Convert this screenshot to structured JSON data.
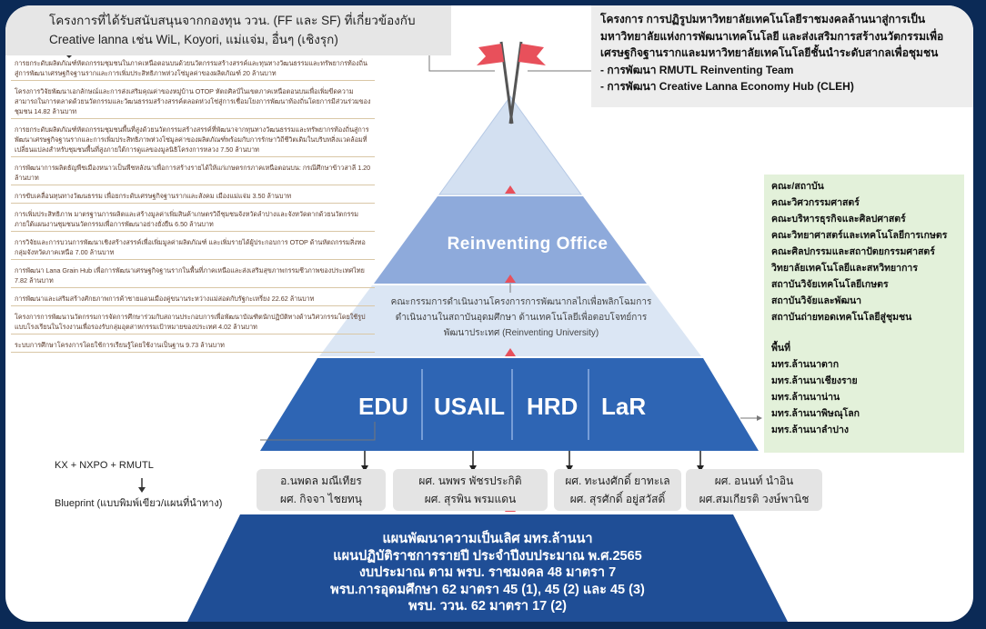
{
  "top_left": {
    "line1": "โครงการที่ได้รับสนับสนุนจากกองทุน ววน. (FF และ SF) ที่เกี่ยวข้องกับ",
    "line2": "Creative lanna เช่น WiL, Koyori, แม่แจ่ม, อื่นๆ (เชิงรุก)"
  },
  "top_right": {
    "line1": "โครงการ การปฏิรูปมหาวิทยาลัยเทคโนโลยีราชมงคลล้านนาสู่การเป็น",
    "line2": "มหาวิทยาลัยแห่งการพัฒนาเทคโนโลยี และส่งเสริมการสร้างนวัตกรรมเพื่อ",
    "line3": "เศรษฐกิจฐานรากและมหาวิทยาลัยเทคโนโลยีชั้นนำระดับสากลเพื่อชุมชน",
    "line4": "- การพัฒนา RMUTL Reinventing Team",
    "line5": "- การพัฒนา Creative Lanna Economy Hub (CLEH)"
  },
  "left_projects": [
    "การยกระดับผลิตภัณฑ์หัตถกรรมชุมชนในภาคเหนือตอนบนด้วยนวัตกรรมสร้างสรรค์และทุนทางวัฒนธรรมและทรัพยากรท้องถิ่นสู่การพัฒนาเศรษฐกิจฐานรากและการเพิ่มประสิทธิภาพห่วงโซ่มูลค่าของผลิตภัณฑ์ 20 ล้านบาท",
    "โครงการวิจัยพัฒนาเอกลักษณ์และการส่งเสริมคุณค่าของหมู่บ้าน OTOP หัตถศิลป์ในเขตภาคเหนือตอนบนเพื่อเพิ่มขีดความสามารถในการตลาดด้วยนวัตกรรมและวัฒนธรรมสร้างสรรค์ตลอดห่วงโซ่สู่การเชื่อมโยงการพัฒนาท้องถิ่นโดยการมีส่วนร่วมของชุมชน 14.82 ล้านบาท",
    "การยกระดับผลิตภัณฑ์หัตถกรรมชุมชนพื้นที่สูงด้วยนวัตกรรมสร้างสรรค์ที่พัฒนาจากทุนทางวัฒนธรรมและทรัพยากรท้องถิ่นสู่การพัฒนาเศรษฐกิจฐานรากและการเพิ่มประสิทธิภาพห่วงโซ่มูลค่าของผลิตภัณฑ์พร้อมกับการรักษาวิถีชีวิตเดิมในบริบทสิ่งแวดล้อมที่เปลี่ยนแปลงสำหรับชุมชนพื้นที่สูงภายใต้การดูแลของมูลนิธิโครงการหลวง 7.50 ล้านบาท",
    "การพัฒนาการผลิตธัญพืชเมืองหนาวเป็นพืชหลังนาเพื่อการสร้างรายได้ให้แก่เกษตรกรภาคเหนือตอนบน: กรณีศึกษาข้าวสาลี 1.20 ล้านบาท",
    "การขับเคลื่อนทุนทางวัฒนธรรม เพื่อยกระดับเศรษฐกิจฐานรากและสังคม เมืองแม่แจ่ม 3.50 ล้านบาท",
    "การเพิ่มประสิทธิภาพ มาตรฐานการผลิตและสร้างมูลค่าเพิ่มสินค้าเกษตรวิถีชุมชนจังหวัดลำปางและจังหวัดตากด้วยนวัตกรรม ภายใต้แผนงานชุมชนนวัตกรรมเพื่อการพัฒนาอย่างยั่งยืน 6.50 ล้านบาท",
    "การวิจัยและการบวนการพัฒนาเชิงสร้างสรรค์เพื่อเพิ่มมูลค่าผลิตภัณฑ์ และเพิ่มรายได้ผู้ประกอบการ OTOP ด้านหัตถกรรมสิ่งทอ กลุ่มจังหวัดภาคเหนือ 7.00 ล้านบาท",
    "การพัฒนา Lana Grain Hub เพื่อการพัฒนาเศรษฐกิจฐานรากในพื้นที่ภาคเหนือและส่งเสริมสุขภาพกรรมชีวภาพของประเทศไทย 7.82 ล้านบาท",
    "การพัฒนาและเสริมสร้างศักยภาพการค้าชายแดนเมืองคู่ขนานระหว่างแม่สอดกับรัฐกะเหรี่ยง 22.62 ล้านบาท",
    "โครงการการพัฒนานวัตกรรมการจัดการศึกษาร่วมกับสถานประกอบการเพื่อพัฒนาบัณฑิตนักปฏิบัติทางด้านวิศวกรรมโดยใช้รูปแบบโรงเรียนในโรงงานเพื่อรองรับกลุ่มอุตสาหกรรมเป้าหมายของประเทศ 4.02 ล้านบาท",
    "ระบบการศึกษาโครงการโดยใช้การเรียนรู้โดยใช้งานเป็นฐาน 9.73 ล้านบาท"
  ],
  "reinventing_office": "Reinventing Office",
  "committee": {
    "line1": "คณะกรรมการดำเนินงานโครงการการพัฒนากลไกเพื่อพลิกโฉมการ",
    "line2": "ดำเนินงานในสถาบันอุดมศึกษา ด้านเทคโนโลยีเพื่อตอบโจทย์การ",
    "line3": "พัฒนาประเทศ (Reinventing University)"
  },
  "pillars": [
    "EDU",
    "USAIL",
    "HRD",
    "LaR"
  ],
  "right_faculties": [
    "คณะ/สถาบัน",
    "คณะวิศวกรรมศาสตร์",
    "คณะบริหารธุรกิจและศิลปศาสตร์",
    "คณะวิทยาศาสตร์และเทคโนโลยีการเกษตร",
    "คณะศิลปกรรมและสถาปัตยกรรมศาสตร์",
    "วิทยาลัยเทคโนโลยีและสหวิทยาการ",
    "สถาบันวิจัยเทคโนโลยีเกษตร",
    "สถาบันวิจัยและพัฒนา",
    "สถาบันถ่ายทอดเทคโนโลยีสู่ชุมชน"
  ],
  "right_areas": [
    "พื้นที่",
    "มทร.ล้านนาตาก",
    "มทร.ล้านนาเชียงราย",
    "มทร.ล้านนาน่าน",
    "มทร.ล้านนาพิษณุโลก",
    "มทร.ล้านนาลำปาง"
  ],
  "people": [
    {
      "line1": "อ.นพดล มณีเทียร",
      "line2": "ผศ. กิจจา ไชยทนุ"
    },
    {
      "line1": "ผศ. นพพร พัชรประกิติ",
      "line2": "ผศ. สุรพิน พรมแดน"
    },
    {
      "line1": "ผศ. ทะนงศักดิ์ ยาทะเล",
      "line2": "ผศ. สุรศักดิ์ อยู่สวัสดิ์"
    },
    {
      "line1": "ผศ. อนนท์ นำอิน",
      "line2": "ผศ.สมเกียรติ วงษ์พานิช"
    }
  ],
  "kx_label": "KX + NXPO + RMUTL",
  "blueprint_label": "Blueprint (แบบพิมพ์เขียว/แผนที่นำทาง)",
  "bottom": {
    "line1": "แผนพัฒนาความเป็นเลิศ มทร.ล้านนา",
    "line2": "แผนปฏิบัติราชการรายปี ประจำปีงบประมาณ พ.ศ.2565",
    "line3": "งบประมาณ ตาม พรบ. ราชมงคล 48 มาตรา 7",
    "line4": "พรบ.การอุดมศึกษา 62 มาตรา 45 (1), 45 (2) และ 45 (3)",
    "line5": "พรบ. ววน. 62 มาตรา 17 (2)"
  },
  "colors": {
    "navy": "#0b2a56",
    "pyramid_top": "#d3e0f1",
    "pyramid_mid": "#8eaadb",
    "pyramid_band": "#dbe6f4",
    "pyramid_base": "#2e65b4",
    "bottom_box": "#1f4e96",
    "arrow_red": "#e8505b"
  }
}
